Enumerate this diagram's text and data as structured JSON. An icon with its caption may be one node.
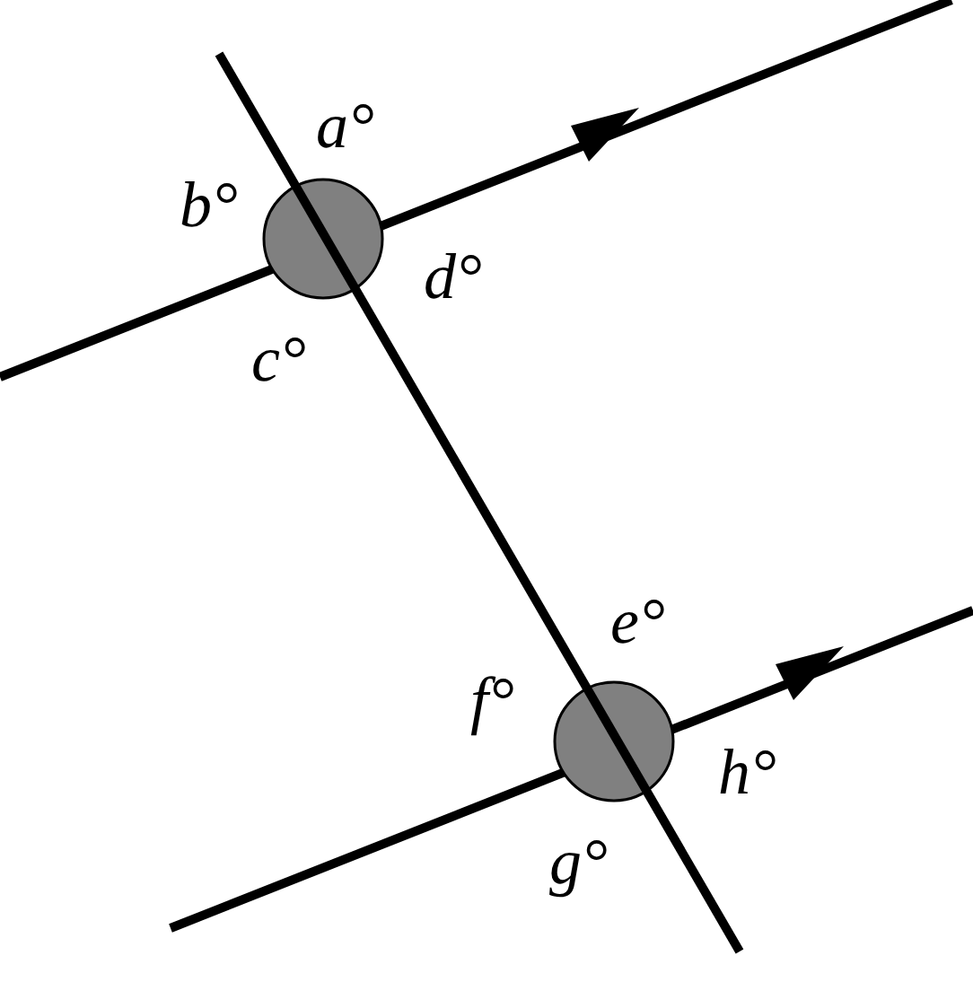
{
  "diagram": {
    "labels": [
      "a°",
      "b°",
      "c°",
      "d°",
      "e°",
      "f°",
      "g°",
      "h°"
    ]
  }
}
